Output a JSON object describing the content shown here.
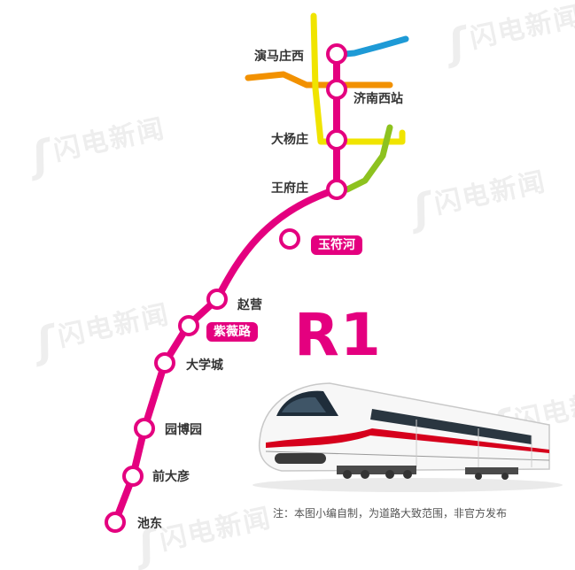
{
  "watermark_text": "闪电新闻",
  "line": {
    "name": "R1",
    "color": "#e4007f",
    "stations": [
      {
        "name": "演马庄西",
        "highlight": false
      },
      {
        "name": "济南西站",
        "highlight": false
      },
      {
        "name": "大杨庄",
        "highlight": false
      },
      {
        "name": "王府庄",
        "highlight": false
      },
      {
        "name": "玉符河",
        "highlight": true
      },
      {
        "name": "赵营",
        "highlight": false
      },
      {
        "name": "紫薇路",
        "highlight": true
      },
      {
        "name": "大学城",
        "highlight": false
      },
      {
        "name": "园博园",
        "highlight": false
      },
      {
        "name": "前大彦",
        "highlight": false
      },
      {
        "name": "池东",
        "highlight": false
      }
    ]
  },
  "other_lines": [
    {
      "color": "#1e9ad6"
    },
    {
      "color": "#f29100"
    },
    {
      "color": "#f0e400"
    },
    {
      "color": "#8dc21f"
    }
  ],
  "note": "注：本图小编自制，为道路大致范围，非官方发布"
}
